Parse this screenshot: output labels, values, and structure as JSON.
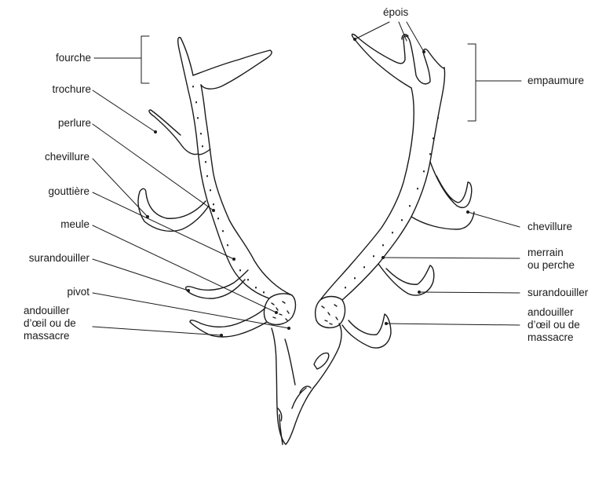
{
  "labels": {
    "fourche": "fourche",
    "trochure": "trochure",
    "perlure": "perlure",
    "chevillure_left": "chevillure",
    "gouttiere": "gouttière",
    "meule": "meule",
    "surandouiller_left": "surandouiller",
    "pivot": "pivot",
    "andouiller_left": [
      "andouiller",
      "d’œil ou de",
      "massacre"
    ],
    "epois": "épois",
    "empaumure": "empaumure",
    "chevillure_right": "chevillure",
    "merrain": [
      "merrain",
      "ou perche"
    ],
    "surandouiller_right": "surandouiller",
    "andouiller_right": [
      "andouiller",
      "d’œil ou de",
      "massacre"
    ]
  },
  "colors": {
    "ink": "#1a1a1a",
    "background": "#ffffff"
  }
}
